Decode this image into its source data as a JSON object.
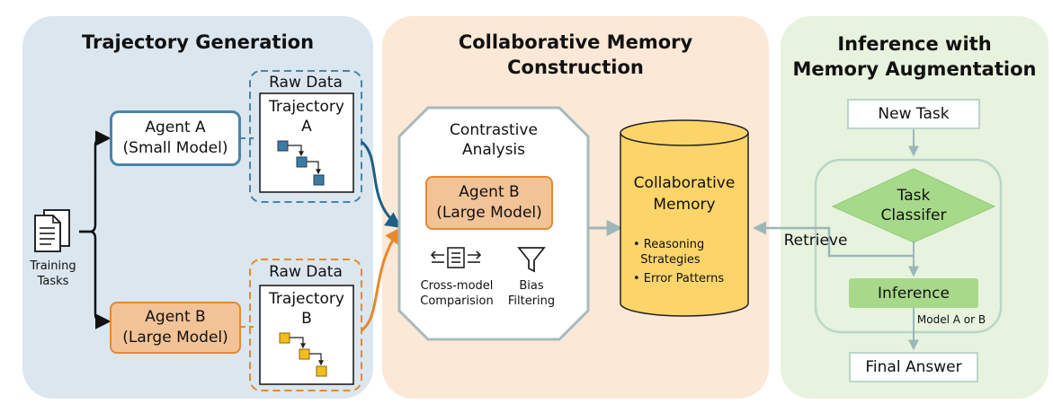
{
  "sections": {
    "trajectory_generation": {
      "title": "Trajectory Generation",
      "training_tasks": "Training\nTasks",
      "agent_a": "Agent A\n(Small Model)",
      "agent_b": "Agent B\n(Large Model)",
      "raw_data_a": "Raw Data",
      "raw_data_b": "Raw Data",
      "trajectory_a": "Trajectory\nA",
      "trajectory_b": "Trajectory\nB"
    },
    "collaborative_memory_construction": {
      "title": "Collaborative Memory\nConstruction",
      "contrastive_analysis": "Contrastive\nAnalysis",
      "agent_b": "Agent B\n(Large Model)",
      "cross_model": "Cross-model\nComparision",
      "bias_filtering": "Bias\nFiltering",
      "memory_title": "Collaborative\nMemory",
      "memory_item_1": "• Reasoning\n  Strategies",
      "memory_item_2": "• Error Patterns"
    },
    "inference": {
      "title": "Inference with\nMemory Augmentation",
      "new_task": "New Task",
      "task_classifier": "Task\nClassifer",
      "retrieve": "Retrieve",
      "inference": "Inference",
      "model_label": "Model A or B",
      "final_answer": "Final Answer"
    }
  },
  "colors": {
    "panel_blue": "#dbe6ef",
    "panel_orange": "#fbe8d6",
    "panel_green": "#e7f3de",
    "agent_a_border": "#4a84aa",
    "agent_b_fill": "#f2c397",
    "agent_b_border": "#e58a2e",
    "memory_fill": "#fcd56a",
    "classifier_fill": "#a7d98a",
    "inference_fill": "#a8d98b",
    "gray_line": "#9db6b8"
  },
  "icons": [
    "document-stack-icon",
    "compare-icon",
    "filter-funnel-icon",
    "cylinder-icon"
  ]
}
